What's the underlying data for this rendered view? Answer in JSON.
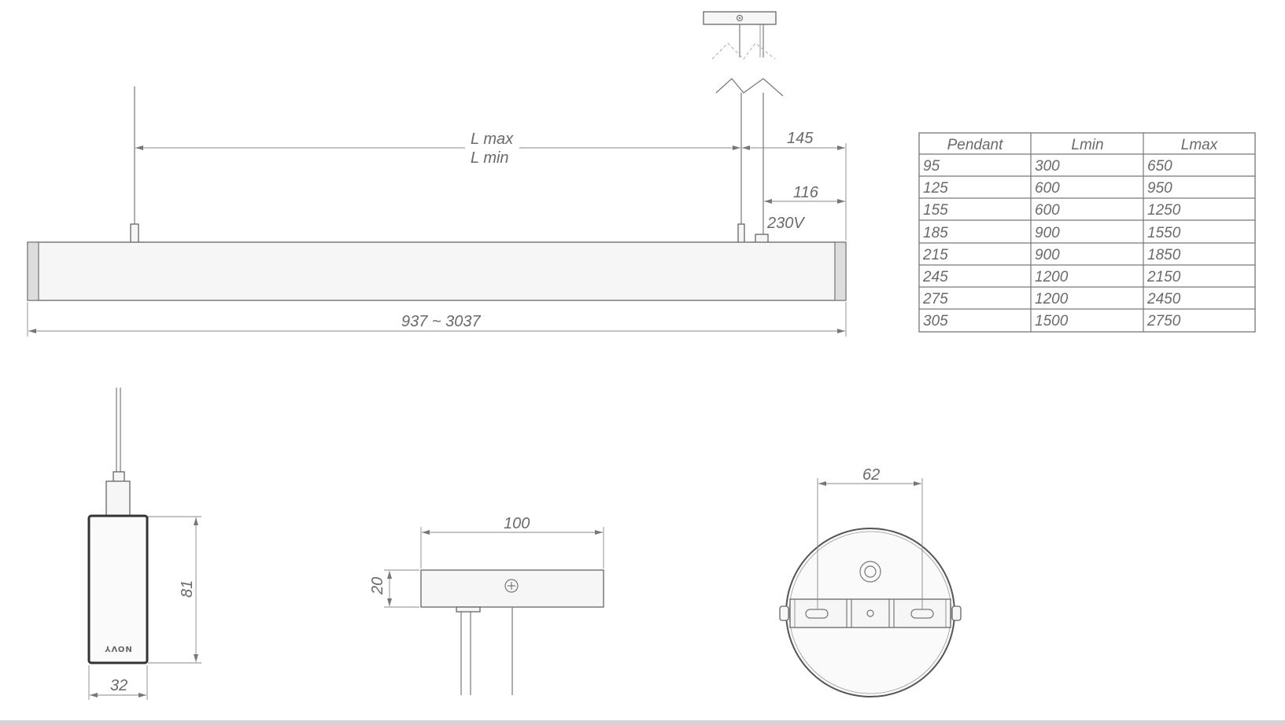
{
  "elevation": {
    "label_lmax": "L max",
    "label_lmin": "L min",
    "dim_145": "145",
    "dim_116": "116",
    "voltage": "230V",
    "length_range": "937 ~ 3037"
  },
  "pendant_table": {
    "headers": [
      "Pendant",
      "Lmin",
      "Lmax"
    ],
    "rows": [
      [
        "95",
        "300",
        "650"
      ],
      [
        "125",
        "600",
        "950"
      ],
      [
        "155",
        "600",
        "1250"
      ],
      [
        "185",
        "900",
        "1550"
      ],
      [
        "215",
        "900",
        "1850"
      ],
      [
        "245",
        "1200",
        "2150"
      ],
      [
        "275",
        "1200",
        "2450"
      ],
      [
        "305",
        "1500",
        "2750"
      ]
    ]
  },
  "section_view": {
    "height": "81",
    "width": "32",
    "logo": "NOVY"
  },
  "canopy_side": {
    "width": "100",
    "height": "20"
  },
  "canopy_top": {
    "slot_spacing": "62"
  }
}
